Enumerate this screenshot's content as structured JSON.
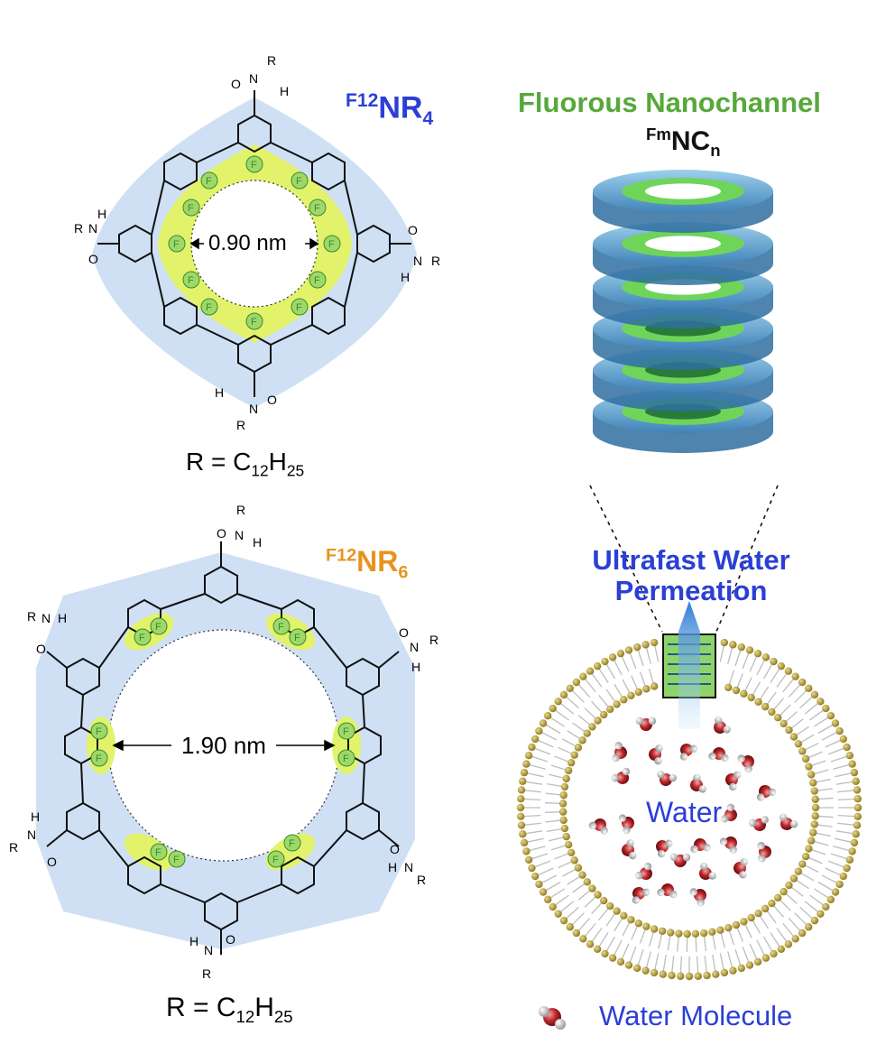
{
  "molecule1": {
    "name_prefix": "F12",
    "name_main": "NR",
    "name_sub": "4",
    "diameter": "0.90 nm",
    "r_formula": {
      "lead": "R = C",
      "c_sub": "12",
      "h": "H",
      "h_sub": "25"
    }
  },
  "molecule2": {
    "name_prefix": "F12",
    "name_main": "NR",
    "name_sub": "6",
    "diameter": "1.90 nm",
    "r_formula": {
      "lead": "R = C",
      "c_sub": "12",
      "h": "H",
      "h_sub": "25"
    }
  },
  "nanochannel": {
    "title": "Fluorous Nanochannel",
    "sub_prefix": "Fm",
    "sub_main": "NC",
    "sub_sub": "n"
  },
  "permeation": {
    "line1": "Ultrafast Water",
    "line2": "Permeation"
  },
  "vesicle": {
    "inner_label": "Water"
  },
  "legend": {
    "water_molecule": "Water Molecule"
  },
  "atom_labels": {
    "fluorine": "F",
    "nitrogen": "N",
    "oxygen": "O",
    "hydrogen": "H",
    "r_group": "R"
  },
  "colors": {
    "ring_blue": "#cfe0f4",
    "fluorine_green": "#e2f36b",
    "title_green": "#57a83a",
    "label_blue": "#2b3fd6",
    "label_orange": "#e8931e",
    "lipid_head": "#b39a2a",
    "water_red": "#c0282b"
  }
}
